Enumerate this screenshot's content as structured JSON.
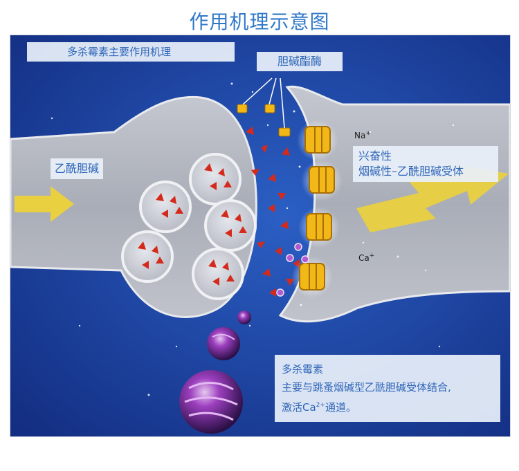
{
  "title": "作用机理示意图",
  "labels": {
    "main": "多杀霉素主要作用机理",
    "enzyme": "胆碱酯酶",
    "acetylcholine": "乙酰胆碱",
    "receptor_line1": "兴奋性",
    "receptor_line2": "烟碱性–乙酰胆碱受体",
    "desc_title": "多杀霉素",
    "desc_line1": "主要与跳蚤烟碱型乙酰胆碱受体结合,",
    "desc_line2_pre": "激活Ca",
    "desc_line2_sup": "2+",
    "desc_line2_post": "通道。"
  },
  "ions": {
    "na": "Na",
    "na_sup": "+",
    "ca": "Ca",
    "ca_sup": "+"
  },
  "colors": {
    "title": "#2f78c8",
    "background": "#1d3f9c",
    "neuron": "#b4b8c2",
    "acetylcholine": "#d42a1c",
    "receptor": "#f2b818",
    "spinosad": "#7a2f9a",
    "label_text": "#2f66b8"
  }
}
